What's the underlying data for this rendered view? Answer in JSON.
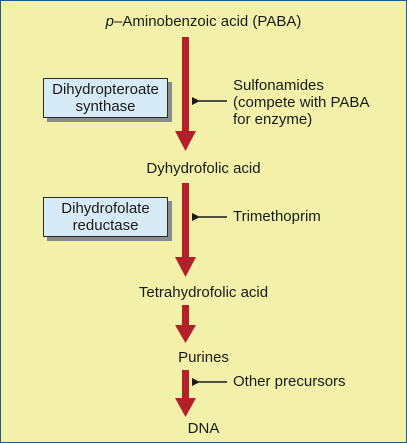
{
  "metabolites": {
    "paba_prefix": "p",
    "paba_rest": "–Aminobenzoic acid (PABA)",
    "dihydrofolic": "Dyhydrofolic acid",
    "tetrahydrofolic": "Tetrahydrofolic acid",
    "purines": "Purines",
    "dna": "DNA"
  },
  "enzymes": {
    "synthase": [
      "Dihydropteroate",
      "synthase"
    ],
    "reductase": [
      "Dihydrofolate",
      "reductase"
    ]
  },
  "inhibitors": {
    "sulfonamides": [
      "Sulfonamides",
      "(compete with PABA",
      "for enzyme)"
    ],
    "trimethoprim": "Trimethoprim",
    "other": "Other precursors"
  },
  "colors": {
    "background": "#f3f1a9",
    "pathway_arrow": "#b3202a",
    "enzyme_box": "#d7ebf7",
    "inhibitor_arrow": "#1a1a1a"
  }
}
